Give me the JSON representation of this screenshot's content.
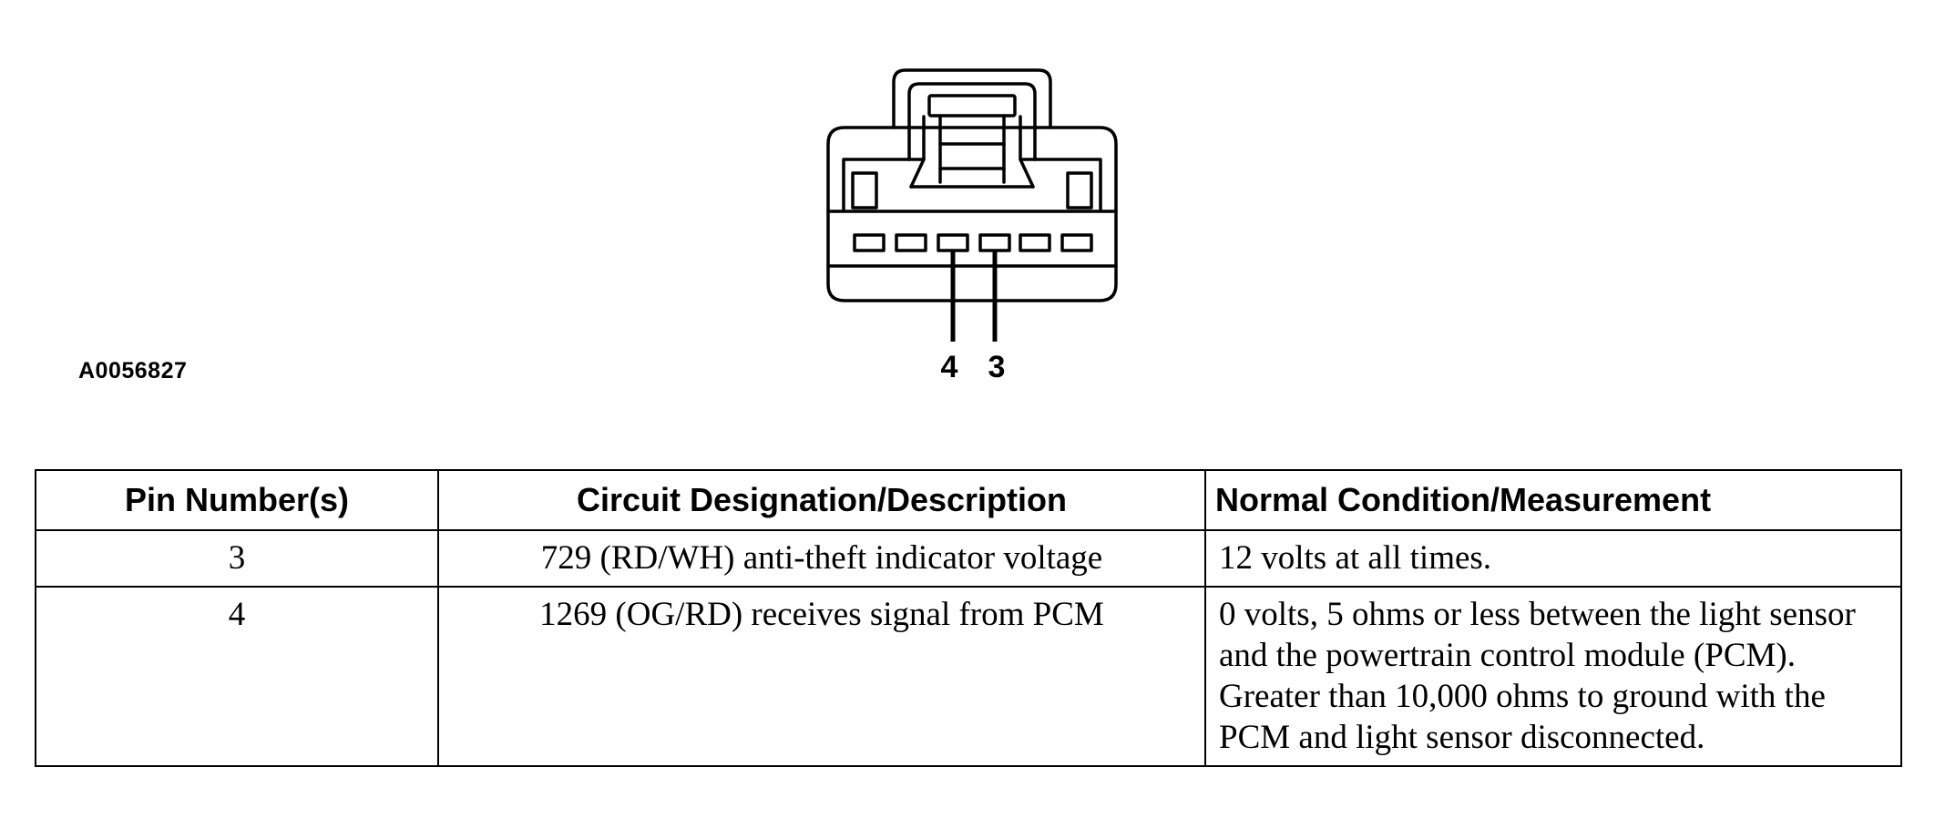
{
  "figure": {
    "id": "A0056827",
    "pin_labels": [
      "4",
      "3"
    ]
  },
  "table": {
    "headers": [
      "Pin Number(s)",
      "Circuit Designation/Description",
      "Normal Condition/Measurement"
    ],
    "rows": [
      {
        "pin": "3",
        "circuit": "729 (RD/WH) anti-theft indicator voltage",
        "measurement": "12 volts at all times."
      },
      {
        "pin": "4",
        "circuit": "1269 (OG/RD) receives signal from PCM",
        "measurement": "0 volts, 5 ohms or less between the light sensor and the powertrain control module (PCM). Greater than 10,000 ohms to ground with the PCM and light sensor disconnected."
      }
    ]
  }
}
